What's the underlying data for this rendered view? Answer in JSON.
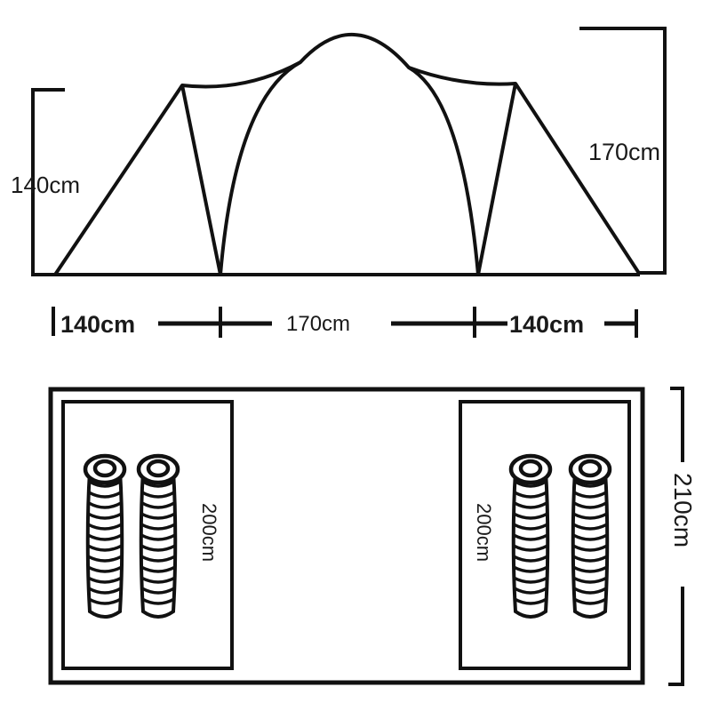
{
  "colors": {
    "ink": "#111111",
    "background": "#ffffff"
  },
  "side_view": {
    "left_height": "140cm",
    "right_height": "170cm",
    "widths": [
      "140cm",
      "170cm",
      "140cm"
    ]
  },
  "floor_plan": {
    "left_room_length": "200cm",
    "right_room_length": "200cm",
    "depth": "210cm",
    "sleeping_bags": [
      "sleeping-bag",
      "sleeping-bag",
      "sleeping-bag",
      "sleeping-bag"
    ]
  }
}
